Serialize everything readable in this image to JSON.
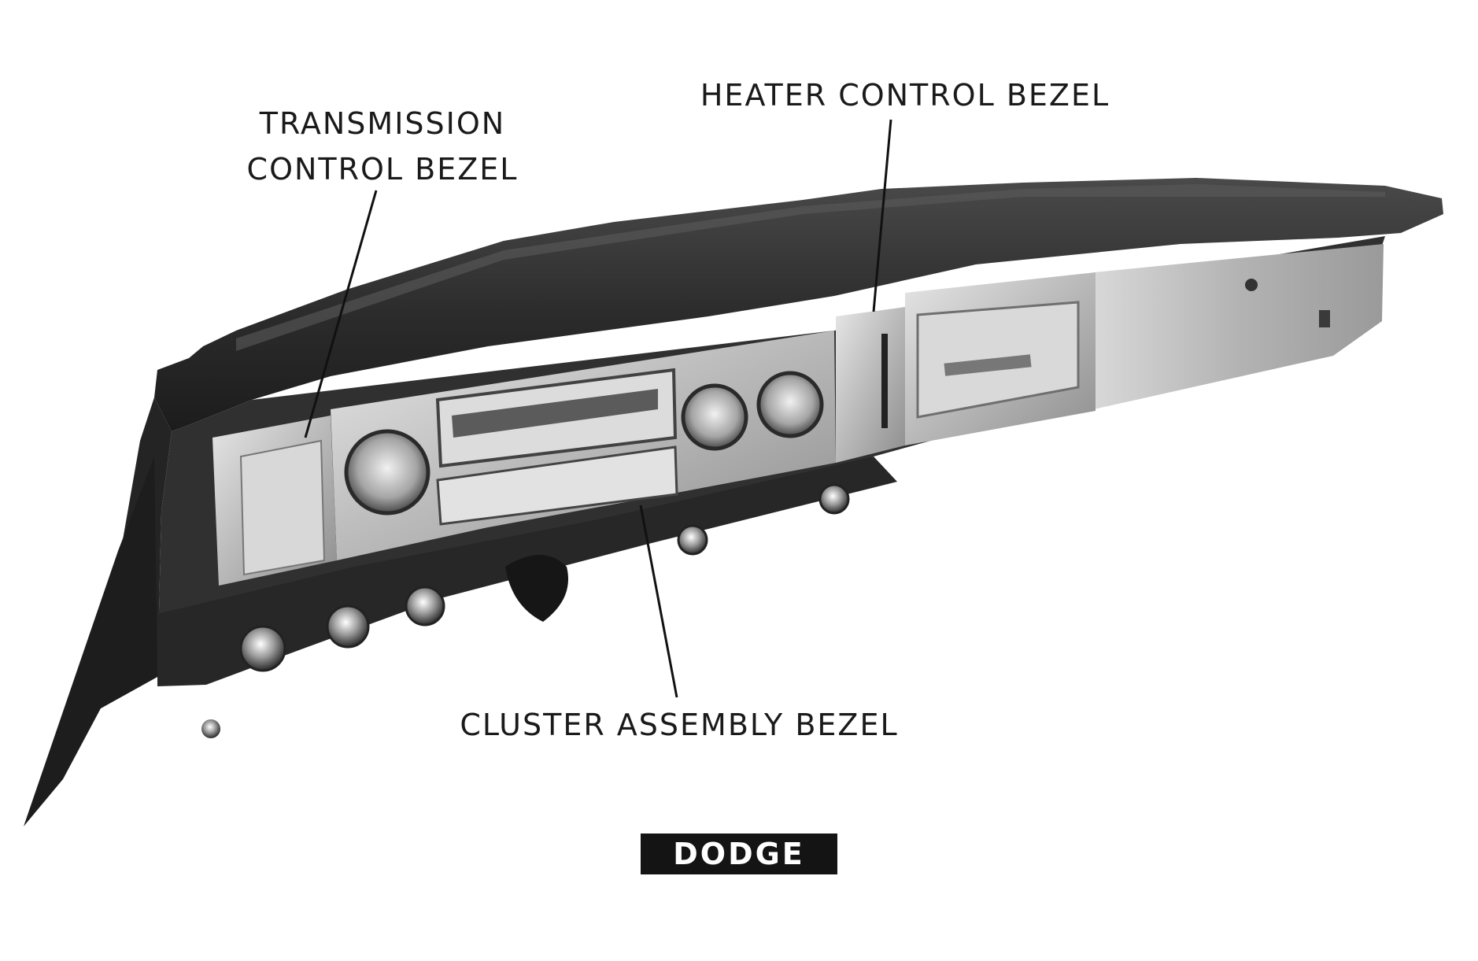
{
  "figure": {
    "callouts": {
      "transmission_line1": "TRANSMISSION",
      "transmission_line2": "CONTROL BEZEL",
      "heater": "HEATER CONTROL BEZEL",
      "cluster": "CLUSTER ASSEMBLY BEZEL"
    },
    "caption": "DODGE",
    "colors": {
      "pad": "#2e2e2e",
      "lower_panel": "#353535",
      "chrome": "#c9c9c9",
      "chrome_dark": "#8a8a8a",
      "caption_bg": "#141414",
      "caption_text": "#ffffff",
      "leader_line": "#111111"
    }
  }
}
